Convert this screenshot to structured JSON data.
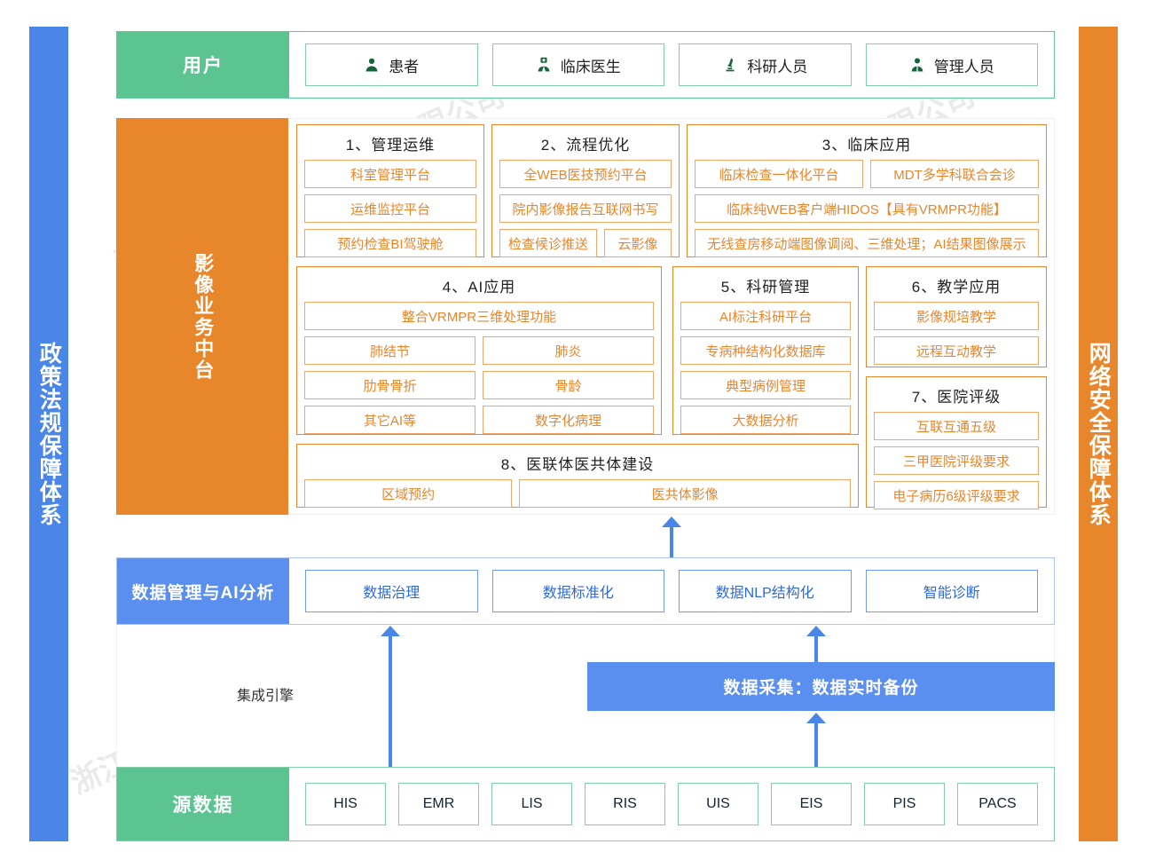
{
  "left_bar": {
    "label": "政策法规保障体系",
    "color": "#4a86e8"
  },
  "right_bar": {
    "label": "网络安全保障体系",
    "color": "#e8862b"
  },
  "users": {
    "label": "用户",
    "color": "#5cc491",
    "items": [
      {
        "label": "患者",
        "icon": "user-icon"
      },
      {
        "label": "临床医生",
        "icon": "doctor-icon"
      },
      {
        "label": "科研人员",
        "icon": "microscope-icon"
      },
      {
        "label": "管理人员",
        "icon": "manager-icon"
      }
    ]
  },
  "middle": {
    "label": "影像业务中台",
    "color": "#e8862b",
    "sections": [
      {
        "title": "1、管理运维",
        "rows": [
          [
            "科室管理平台"
          ],
          [
            "运维监控平台"
          ],
          [
            "预约检查BI驾驶舱"
          ]
        ]
      },
      {
        "title": "2、流程优化",
        "rows": [
          [
            "全WEB医技预约平台"
          ],
          [
            "院内影像报告互联网书写"
          ],
          [
            "检查候诊推送",
            "云影像"
          ]
        ]
      },
      {
        "title": "3、临床应用",
        "rows": [
          [
            "临床检查一体化平台",
            "MDT多学科联合会诊"
          ],
          [
            "临床纯WEB客户端HIDOS【具有VRMPR功能】"
          ],
          [
            "无线查房移动端图像调阅、三维处理；AI结果图像展示"
          ]
        ]
      },
      {
        "title": "4、AI应用",
        "rows": [
          [
            "整合VRMPR三维处理功能"
          ],
          [
            "肺结节",
            "肺炎"
          ],
          [
            "肋骨骨折",
            "骨龄"
          ],
          [
            "其它AI等",
            "数字化病理"
          ]
        ]
      },
      {
        "title": "5、科研管理",
        "rows": [
          [
            "AI标注科研平台"
          ],
          [
            "专病种结构化数据库"
          ],
          [
            "典型病例管理"
          ],
          [
            "大数据分析"
          ]
        ]
      },
      {
        "title": "6、教学应用",
        "rows": [
          [
            "影像规培教学"
          ],
          [
            "远程互动教学"
          ]
        ]
      },
      {
        "title": "7、医院评级",
        "rows": [
          [
            "互联互通五级"
          ],
          [
            "三甲医院评级要求"
          ],
          [
            "电子病历6级评级要求"
          ]
        ]
      },
      {
        "title": "8、医联体医共体建设",
        "rows": [
          [
            "区域预约",
            "医共体影像"
          ]
        ]
      }
    ]
  },
  "data_layer": {
    "label": "数据管理与AI分析",
    "color": "#5b8fef",
    "items": [
      "数据治理",
      "数据标准化",
      "数据NLP结构化",
      "智能诊断"
    ]
  },
  "engine": {
    "label": "集成引擎"
  },
  "acquisition": {
    "label": "数据采集：数据实时备份",
    "color": "#5b8fef"
  },
  "source": {
    "label": "源数据",
    "color": "#5cc491",
    "items": [
      "HIS",
      "EMR",
      "LIS",
      "RIS",
      "UIS",
      "EIS",
      "PIS",
      "PACS"
    ]
  },
  "watermark": {
    "text": "浙江卡易智慧医疗科技有限公司"
  }
}
